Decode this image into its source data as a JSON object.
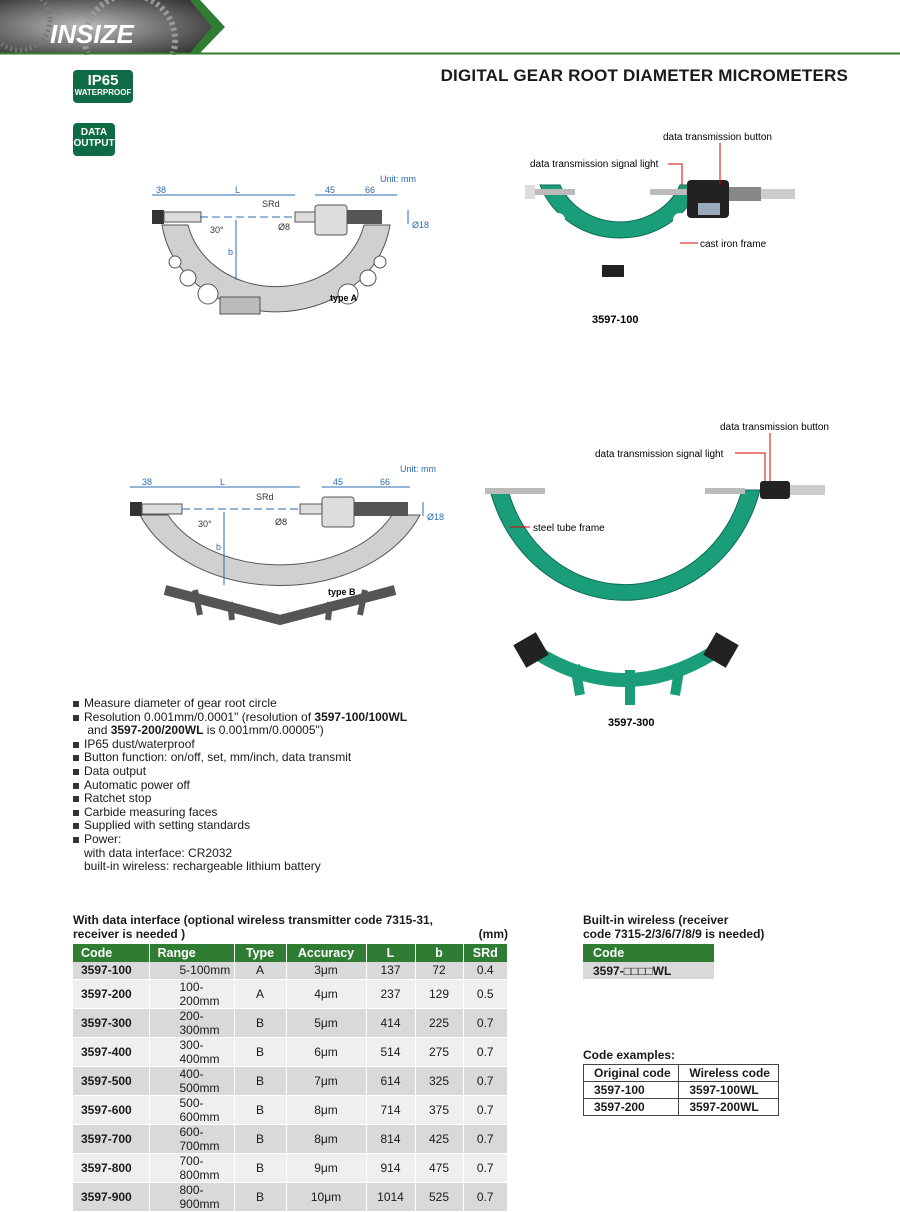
{
  "brand": "INSIZE",
  "title": "DIGITAL GEAR ROOT DIAMETER MICROMETERS",
  "badges": {
    "ip65": "IP65",
    "waterproof": "WATERPROOF",
    "data": "DATA",
    "output": "OUTPUT"
  },
  "diagram_a": {
    "unit": "Unit: mm",
    "d38": "38",
    "dL": "L",
    "d45": "45",
    "d66": "66",
    "srd": "SRd",
    "angle": "30°",
    "b": "b",
    "d8": "Ø8",
    "d18": "Ø18",
    "caption": "type A"
  },
  "diagram_b": {
    "unit": "Unit: mm",
    "d38": "38",
    "dL": "L",
    "d45": "45",
    "d66": "66",
    "srd": "SRd",
    "angle": "30°",
    "b": "b",
    "d8": "Ø8",
    "d18": "Ø18",
    "caption": "type B"
  },
  "photo1": {
    "button": "data transmission button",
    "light": "data transmission signal light",
    "frame": "cast iron frame",
    "caption": "3597-100"
  },
  "photo2": {
    "button": "data transmission button",
    "light": "data transmission signal light",
    "frame": "steel tube frame",
    "caption": "3597-300"
  },
  "features": {
    "f1": "Measure diameter of gear root circle",
    "f2a": "Resolution 0.001mm/0.0001\" (resolution of ",
    "f2b": "3597-100/100WL",
    "f2c": "and ",
    "f2d": "3597-200/200WL",
    "f2e": " is 0.001mm/0.00005\")",
    "f3": "IP65 dust/waterproof",
    "f4": "Button function: on/off, set, mm/inch, data transmit",
    "f5": "Data output",
    "f6": "Automatic power off",
    "f7": "Ratchet stop",
    "f8": "Carbide measuring faces",
    "f9": "Supplied with setting standards",
    "f10": "Power:",
    "f11": "with data interface: CR2032",
    "f12": "built-in wireless: rechargeable lithium battery"
  },
  "spec_table": {
    "heading1": "With data interface (optional wireless transmitter code 7315-31,",
    "heading2": "receiver is needed )",
    "unit": "(mm)",
    "headers": [
      "Code",
      "Range",
      "Type",
      "Accuracy",
      "L",
      "b",
      "SRd"
    ],
    "rows": [
      [
        "3597-100",
        "5-100mm",
        "A",
        "3μm",
        "137",
        "72",
        "0.4"
      ],
      [
        "3597-200",
        "100-200mm",
        "A",
        "4μm",
        "237",
        "129",
        "0.5"
      ],
      [
        "3597-300",
        "200-300mm",
        "B",
        "5μm",
        "414",
        "225",
        "0.7"
      ],
      [
        "3597-400",
        "300-400mm",
        "B",
        "6μm",
        "514",
        "275",
        "0.7"
      ],
      [
        "3597-500",
        "400-500mm",
        "B",
        "7μm",
        "614",
        "325",
        "0.7"
      ],
      [
        "3597-600",
        "500-600mm",
        "B",
        "8μm",
        "714",
        "375",
        "0.7"
      ],
      [
        "3597-700",
        "600-700mm",
        "B",
        "8μm",
        "814",
        "425",
        "0.7"
      ],
      [
        "3597-800",
        "700-800mm",
        "B",
        "9μm",
        "914",
        "475",
        "0.7"
      ],
      [
        "3597-900",
        "800-900mm",
        "B",
        "10μm",
        "1014",
        "525",
        "0.7"
      ]
    ]
  },
  "wireless": {
    "heading1": "Built-in wireless (receiver",
    "heading2": "code 7315-2/3/6/7/8/9 is needed)",
    "header": "Code",
    "code": "3597-□□□□WL"
  },
  "examples": {
    "heading": "Code examples:",
    "headers": [
      "Original code",
      "Wireless code"
    ],
    "rows": [
      [
        "3597-100",
        "3597-100WL"
      ],
      [
        "3597-200",
        "3597-200WL"
      ]
    ]
  },
  "colors": {
    "green": "#2e7d32",
    "badge": "#0f6b45",
    "frame": "#1a9e7a",
    "dim": "#2b6cb0"
  }
}
